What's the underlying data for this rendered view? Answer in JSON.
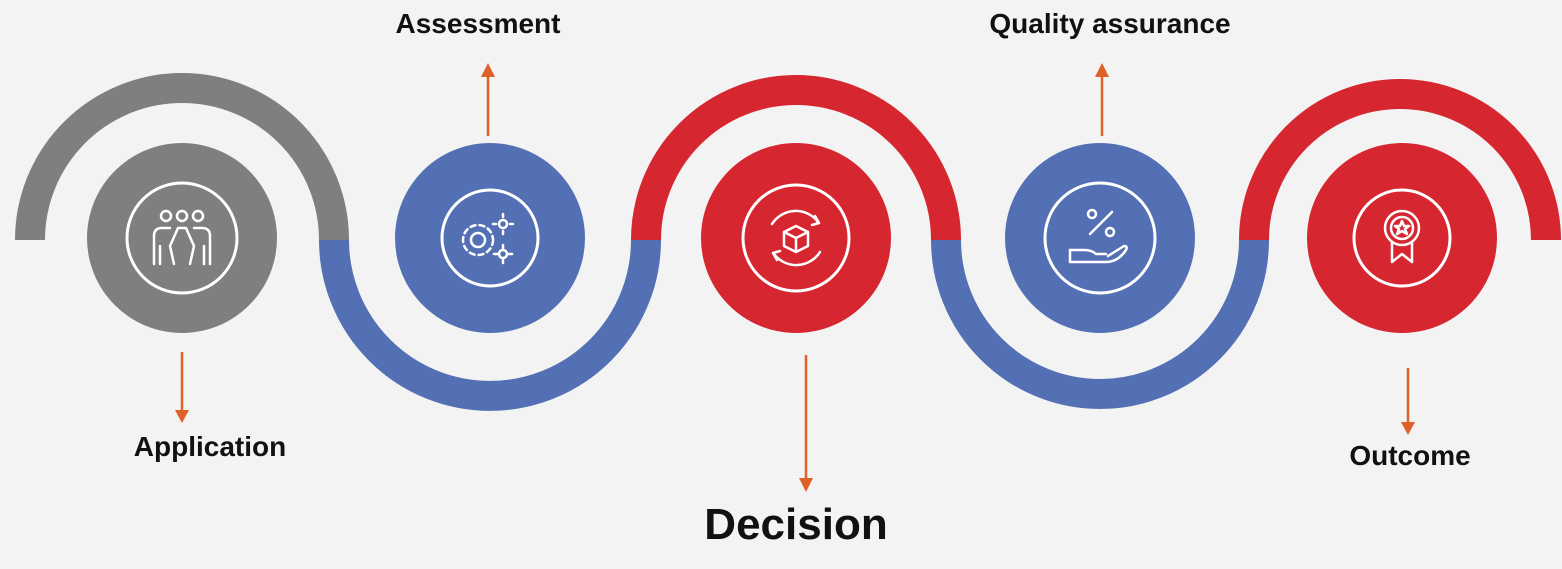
{
  "steps": [
    {
      "label": "Application",
      "icon": "team-people-icon",
      "color": "#7f7f7f"
    },
    {
      "label": "Assessment",
      "icon": "gears-settings-icon",
      "color": "#5470b4"
    },
    {
      "label": "Decision",
      "icon": "cube-cycle-icon",
      "color": "#d62630"
    },
    {
      "label": "Quality assurance",
      "icon": "percent-hand-icon",
      "color": "#5470b4"
    },
    {
      "label": "Outcome",
      "icon": "award-badge-icon",
      "color": "#d62630"
    }
  ],
  "colors": {
    "gray": "#7f7f7f",
    "blue": "#5470b4",
    "red": "#d62630",
    "arrow": "#e0602a",
    "background": "#f3f3f3"
  }
}
